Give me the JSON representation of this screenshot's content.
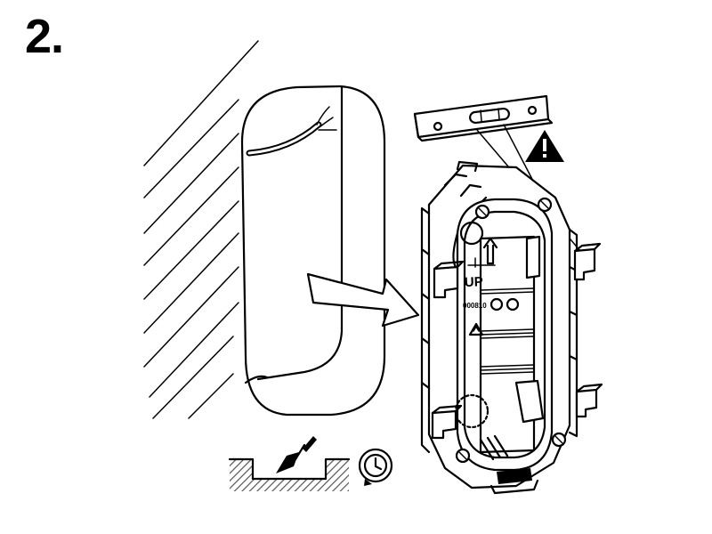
{
  "step": {
    "number": "2."
  },
  "box_labels": {
    "up": "UP",
    "code": "000810"
  },
  "icons": {
    "warning": "warning-triangle-icon",
    "spirit_level": "spirit-level-icon",
    "trowel": "trowel-icon",
    "clock": "clock-wait-icon"
  },
  "colors": {
    "ink": "#000000",
    "background": "#ffffff",
    "hatch": "#555555"
  }
}
